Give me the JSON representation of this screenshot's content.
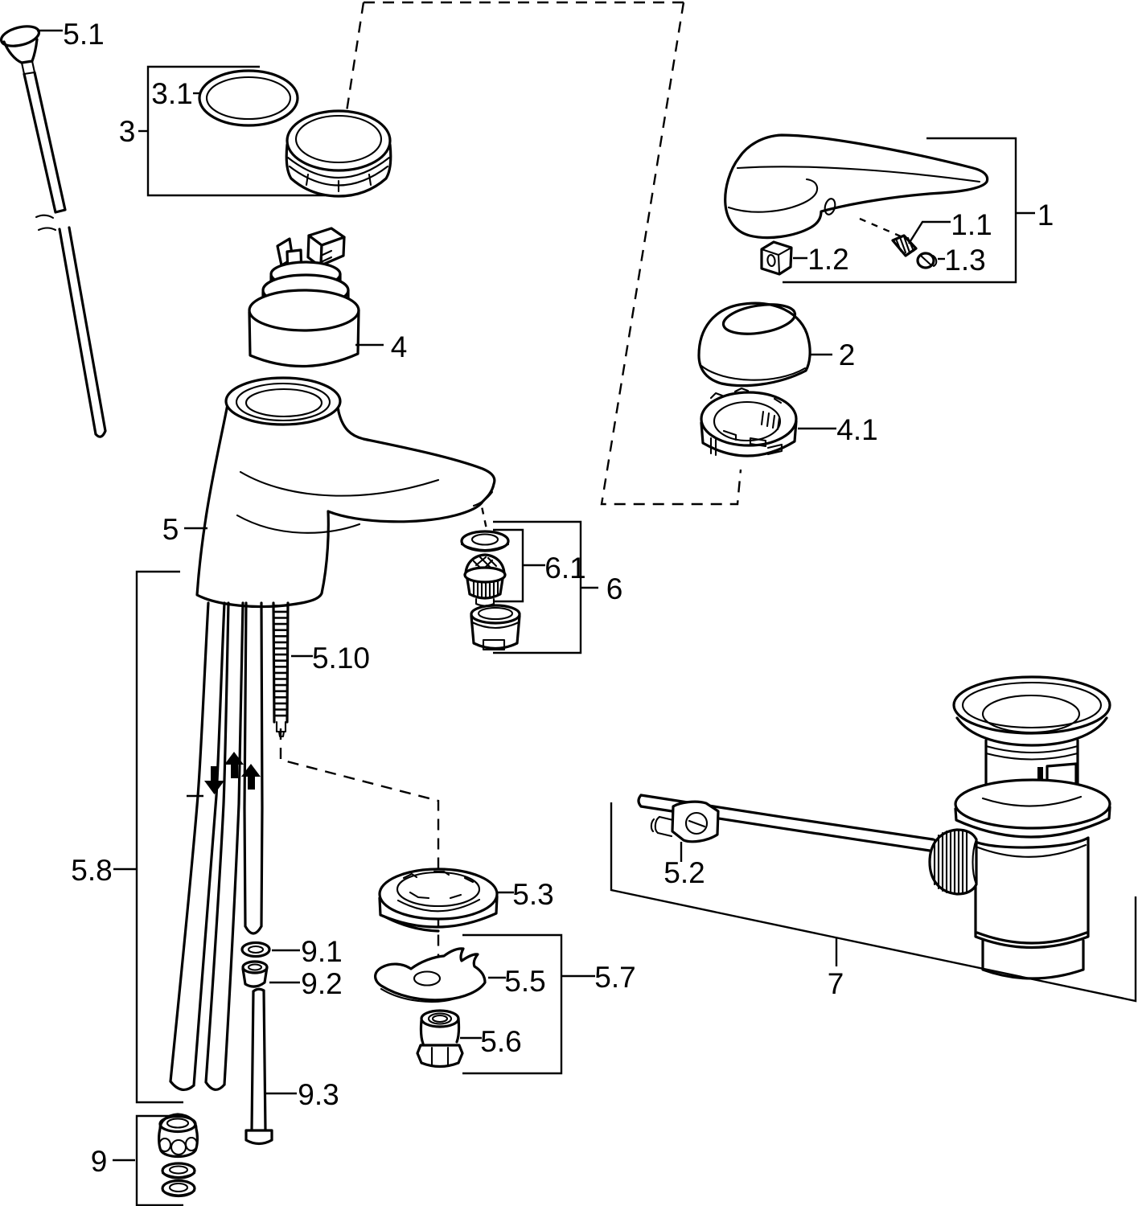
{
  "figure": {
    "type": "exploded-parts-diagram",
    "subject": "Single-lever basin mixer faucet with pop-up waste — exploded spare-parts view",
    "background_color": "#ffffff",
    "line_color": "#000000"
  },
  "callouts": {
    "handle": {
      "label": "1"
    },
    "handle_screw": {
      "label": "1.1"
    },
    "handle_plug": {
      "label": "1.2"
    },
    "screw_cap": {
      "label": "1.3"
    },
    "dome": {
      "label": "2"
    },
    "ring_set": {
      "label": "3"
    },
    "o_ring": {
      "label": "3.1"
    },
    "cartridge": {
      "label": "4"
    },
    "lock_ring": {
      "label": "4.1"
    },
    "body": {
      "label": "5"
    },
    "lift_rod": {
      "label": "5.1"
    },
    "rod_joint": {
      "label": "5.2"
    },
    "mounting_flange": {
      "label": "5.3"
    },
    "clamp_plate": {
      "label": "5.5"
    },
    "mounting_nut": {
      "label": "5.6"
    },
    "mounting_set": {
      "label": "5.7"
    },
    "hoses": {
      "label": "5.8"
    },
    "threaded_stud": {
      "label": "5.10"
    },
    "aerator": {
      "label": "6"
    },
    "aerator_insert": {
      "label": "6.1"
    },
    "waste": {
      "label": "7"
    },
    "fixing_set": {
      "label": "9"
    },
    "washer": {
      "label": "9.1"
    },
    "bushing": {
      "label": "9.2"
    },
    "bolt": {
      "label": "9.3"
    }
  }
}
